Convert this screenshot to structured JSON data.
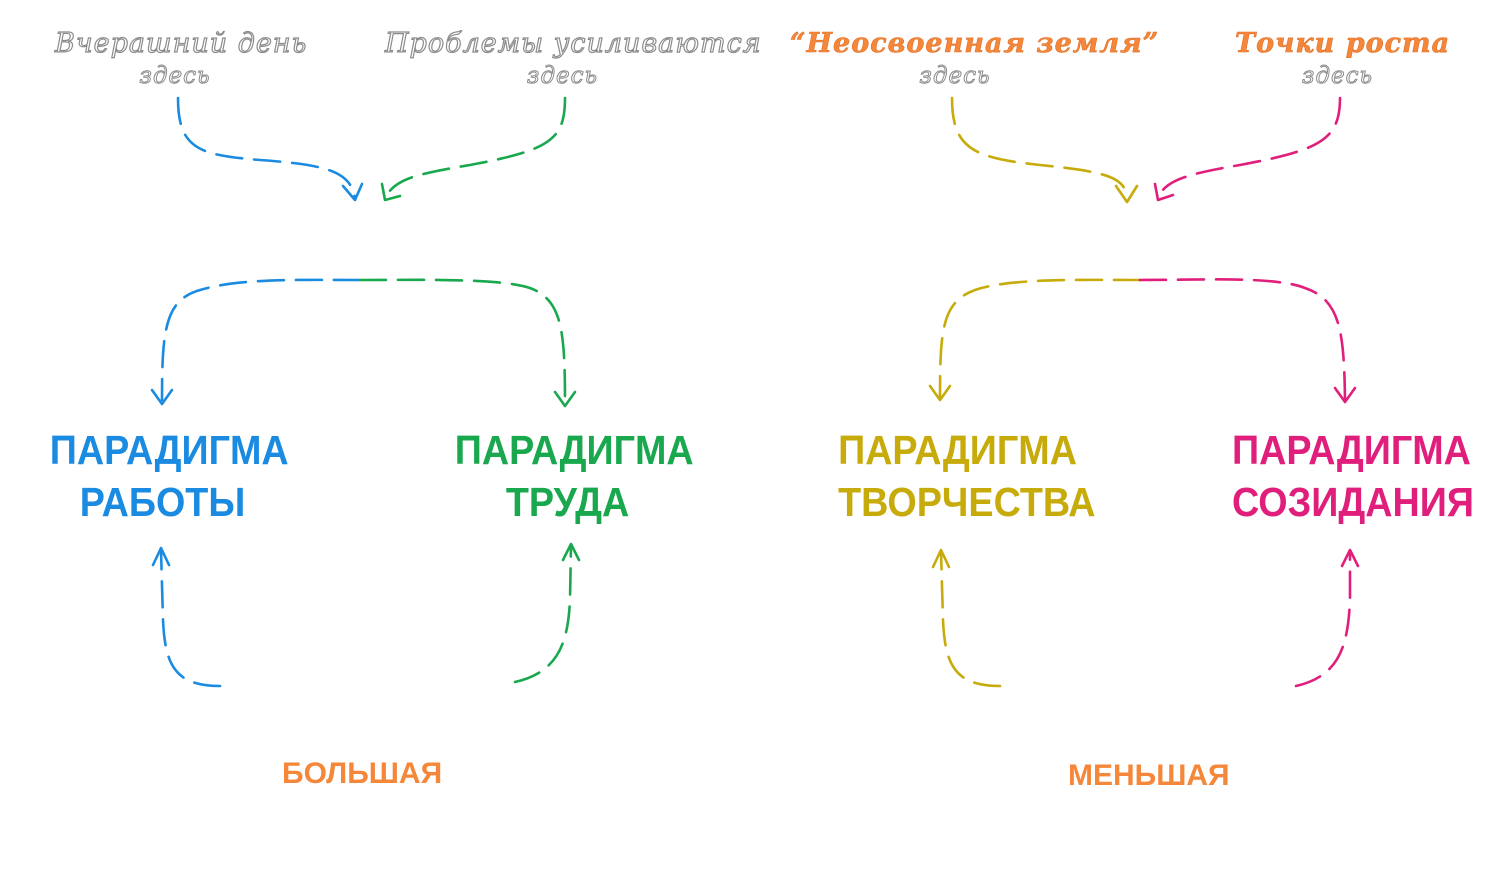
{
  "colors": {
    "blue": "#1a8be0",
    "green": "#19a84e",
    "yellow": "#c7ab0a",
    "pink": "#e01f7c",
    "orange": "#f5873a",
    "gray": "#8c8c8c"
  },
  "notes": {
    "yesterday": {
      "title": "Вчерашний день",
      "sub": "здесь"
    },
    "problems": {
      "title": "Проблемы усиливаются",
      "sub": "здесь"
    },
    "undeveloped": {
      "title": "“Неосвоенная земля”",
      "sub": "здесь"
    },
    "growth": {
      "title": "Точки роста",
      "sub": "здесь"
    }
  },
  "paradigms": {
    "work": {
      "line1": "ПАРАДИГМА",
      "line2": "РАБОТЫ"
    },
    "labor": {
      "line1": "ПАРАДИГМА",
      "line2": "ТРУДА"
    },
    "creativity": {
      "line1": "ПАРАДИГМА",
      "line2": "ТВОРЧЕСТВА"
    },
    "creation": {
      "line1": "ПАРАДИГМА",
      "line2": "СОЗИДАНИЯ"
    }
  },
  "labels": {
    "larger": "БОЛЬШАЯ",
    "smaller": "МЕНЬШАЯ"
  }
}
